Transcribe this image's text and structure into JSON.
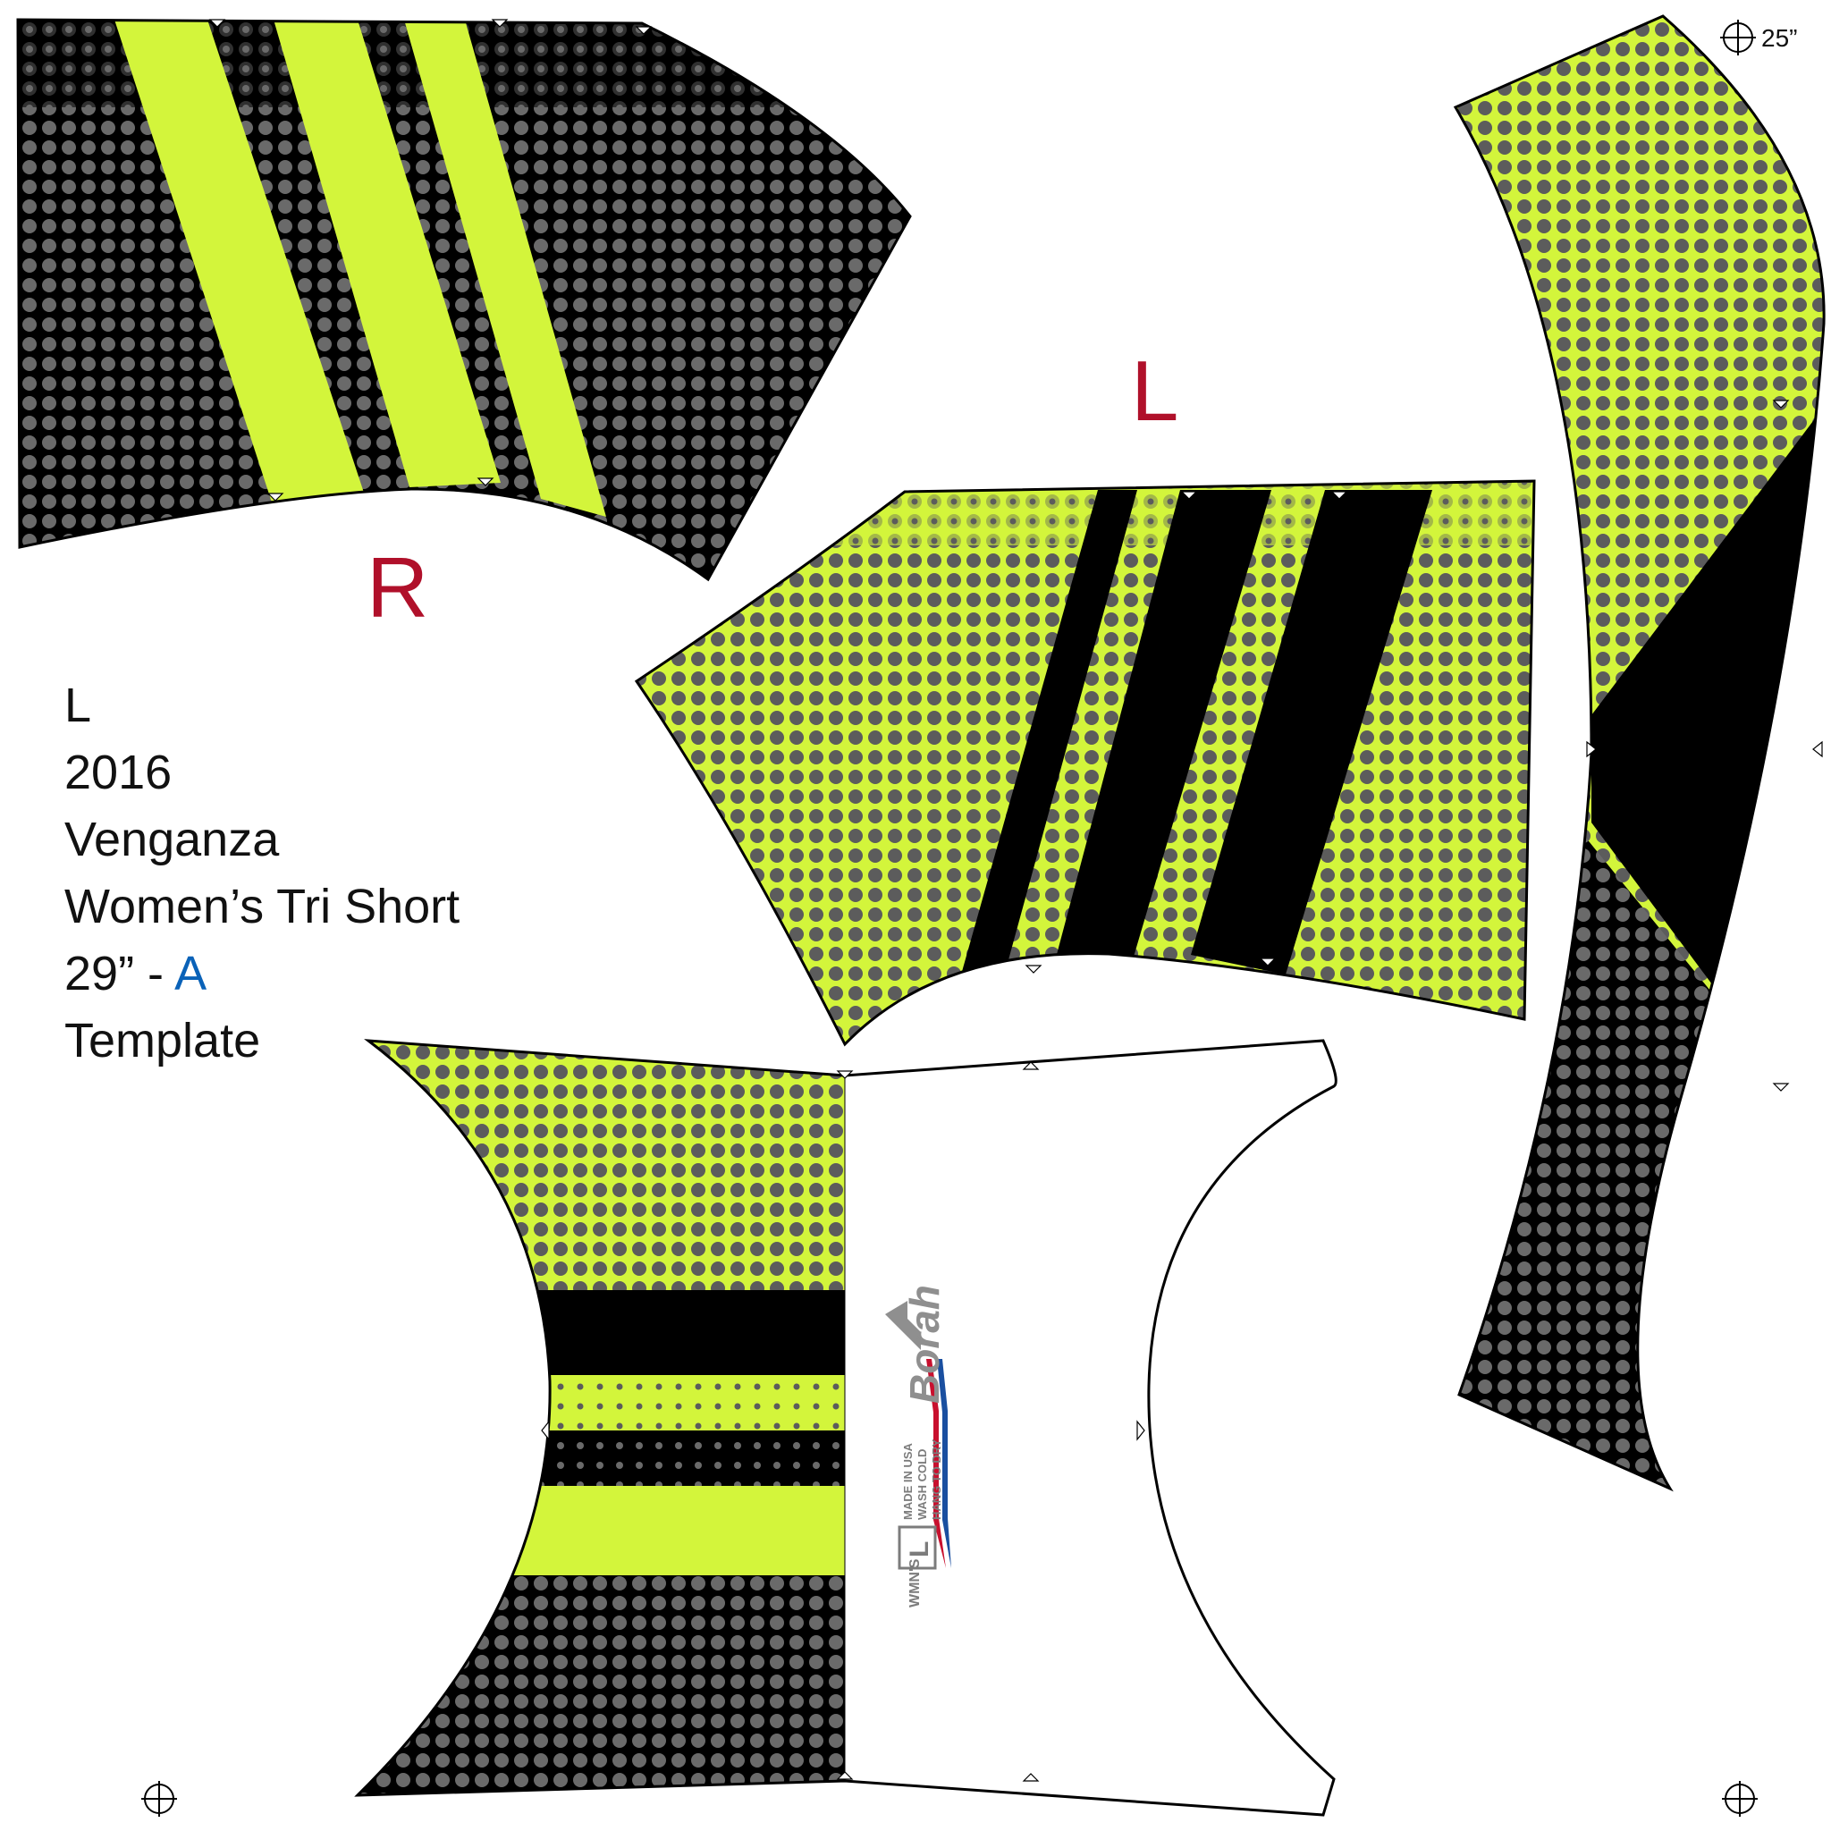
{
  "labels": {
    "right_panel": "R",
    "left_panel": "L",
    "size_mark": "25”"
  },
  "info": {
    "size": "L",
    "year": "2016",
    "name": "Venganza",
    "product": "Women’s Tri Short",
    "length_prefix": "29” - ",
    "variant": "A",
    "type": "Template"
  },
  "logo": {
    "brand": "Borah",
    "care_lines": [
      "MADE IN USA",
      "WASH COLD",
      "HANG TO DRY"
    ],
    "size_badge": "L",
    "gender_tag": "WMN'S"
  },
  "colors": {
    "lime": "#d3f53b",
    "black": "#000000",
    "dot_on_black": "#6a6a6a",
    "dot_on_lime": "#5c5c5c",
    "letter_red": "#b0102a",
    "accent_blue": "#0a62b8"
  }
}
